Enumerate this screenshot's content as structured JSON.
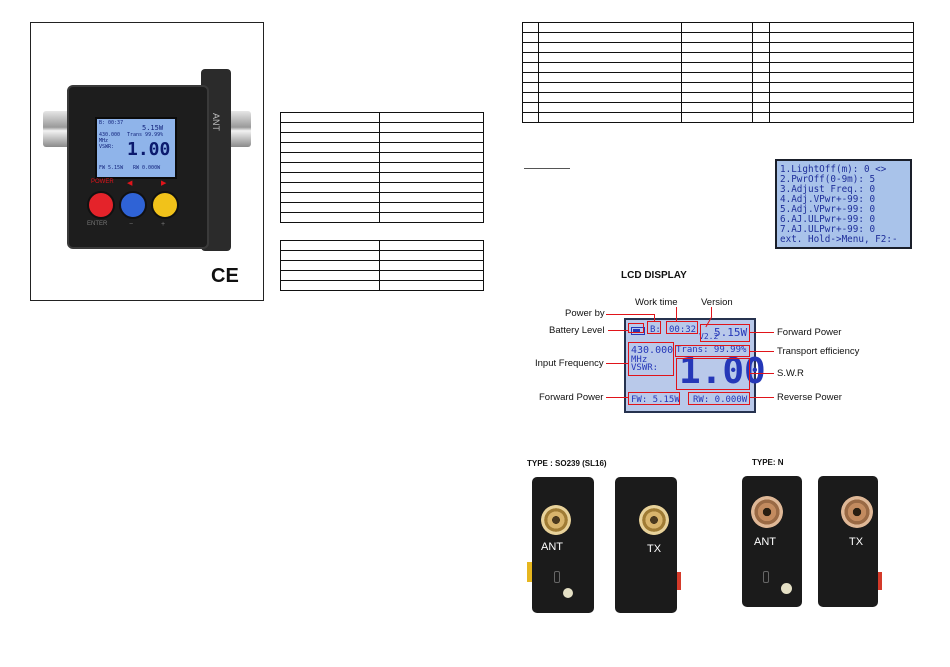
{
  "device_photo": {
    "lcd_top": "B: 00:37",
    "lcd_power": "5.15W",
    "lcd_freq": "430.000",
    "lcd_trans": "Trans 99.99%",
    "lcd_mhz": "MHz",
    "lcd_vswr": "VSWR:",
    "lcd_swr": "1.00",
    "lcd_fw": "FW 5.15W",
    "lcd_rw": "RW 0.000W",
    "power_label": "POWER",
    "enter_label": "ENTER",
    "left_arrow": "◀",
    "right_arrow": "▶",
    "minus": "−",
    "plus": "+",
    "ant_label": "ANT",
    "ce_mark": "CE"
  },
  "menu_screen": {
    "lines": [
      "1.LightOff(m): 0 <>",
      "2.PwrOff(0-9m): 5",
      "3.Adjust Freq.: 0",
      "4.Adj.VPwr+-99: 0",
      "5.Adj.VPwr+-99: 0",
      "6.AJ.ULPwr+-99: 0",
      "7.AJ.ULPwr+-99: 0",
      "ext. Hold->Menu, F2:-"
    ]
  },
  "lcd_display": {
    "title": "LCD DISPLAY",
    "screen": {
      "battery": "B:",
      "time": "00:32",
      "version": "V2.2",
      "power": "5.15W",
      "freq": "430.000",
      "mhz": "MHz",
      "vswr": "VSWR:",
      "trans": "Trans: 99.99%",
      "swr": "1.00",
      "fw": "FW: 5.15W",
      "rw": "RW: 0.000W"
    },
    "labels": {
      "power_by": "Power by",
      "work_time": "Work time",
      "version": "Version",
      "battery_level": "Battery Level",
      "forward_power_right": "Forward Power",
      "transport_efficiency": "Transport efficiency",
      "input_frequency": "Input Frequency",
      "swr": "S.W.R",
      "forward_power_left": "Forward Power",
      "reverse_power": "Reverse Power"
    }
  },
  "connectors": {
    "so239_title": "TYPE : SO239 (SL16)",
    "n_title": "TYPE: N",
    "ant": "ANT",
    "tx": "TX"
  },
  "colors": {
    "accent_red": "#e0141a",
    "lcd_blue": "#2537b8",
    "lcd_bg": "#b9c9ea"
  }
}
